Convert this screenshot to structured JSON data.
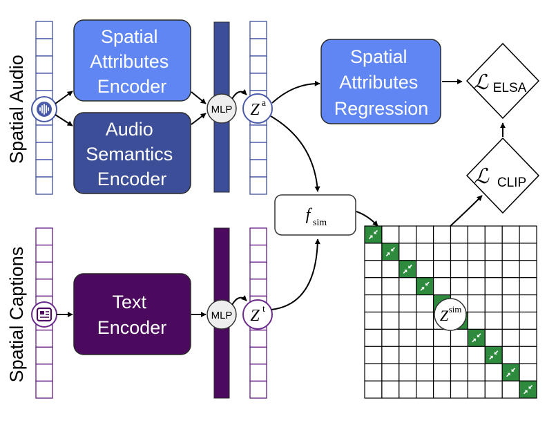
{
  "colors": {
    "audio_column_stroke": "#4a5aa8",
    "caption_column_stroke": "#6a2a8a",
    "spatial_encoder_fill": "#5f86f2",
    "semantics_encoder_fill": "#3d4e99",
    "text_encoder_fill": "#4b0a5e",
    "audio_mlp_fill": "#3d4e99",
    "text_mlp_fill": "#4b0a5e",
    "diag_cell_fill": "#2e8b3e",
    "grid_stroke": "#000000"
  },
  "side_labels": {
    "audio": "Spatial Audio",
    "captions": "Spatial Captions"
  },
  "blocks": {
    "spatial_encoder": [
      "Spatial",
      "Attributes",
      "Encoder"
    ],
    "semantics_encoder": [
      "Audio",
      "Semantics",
      "Encoder"
    ],
    "text_encoder": [
      "Text",
      "Encoder"
    ],
    "regression": [
      "Spatial",
      "Attributes",
      "Regression"
    ]
  },
  "mlp_audio": "MLP",
  "mlp_text": "MLP",
  "embeddings": {
    "audio": {
      "symbol": "Z",
      "sup": "a"
    },
    "text": {
      "symbol": "Z",
      "sup": "t"
    },
    "sim": {
      "symbol": "Z",
      "sup": "sim"
    }
  },
  "fsim": {
    "symbol": "f",
    "sub": "sim"
  },
  "losses": {
    "elsa": {
      "symbol": "ℒ",
      "sub": "ELSA"
    },
    "clip": {
      "symbol": "ℒ",
      "sub": "CLIP"
    }
  },
  "icons": {
    "audio_input": "audio-waveform-icon",
    "text_input": "text-document-icon",
    "diag_marker": "compress-arrows-icon"
  },
  "matrix_size": 10
}
